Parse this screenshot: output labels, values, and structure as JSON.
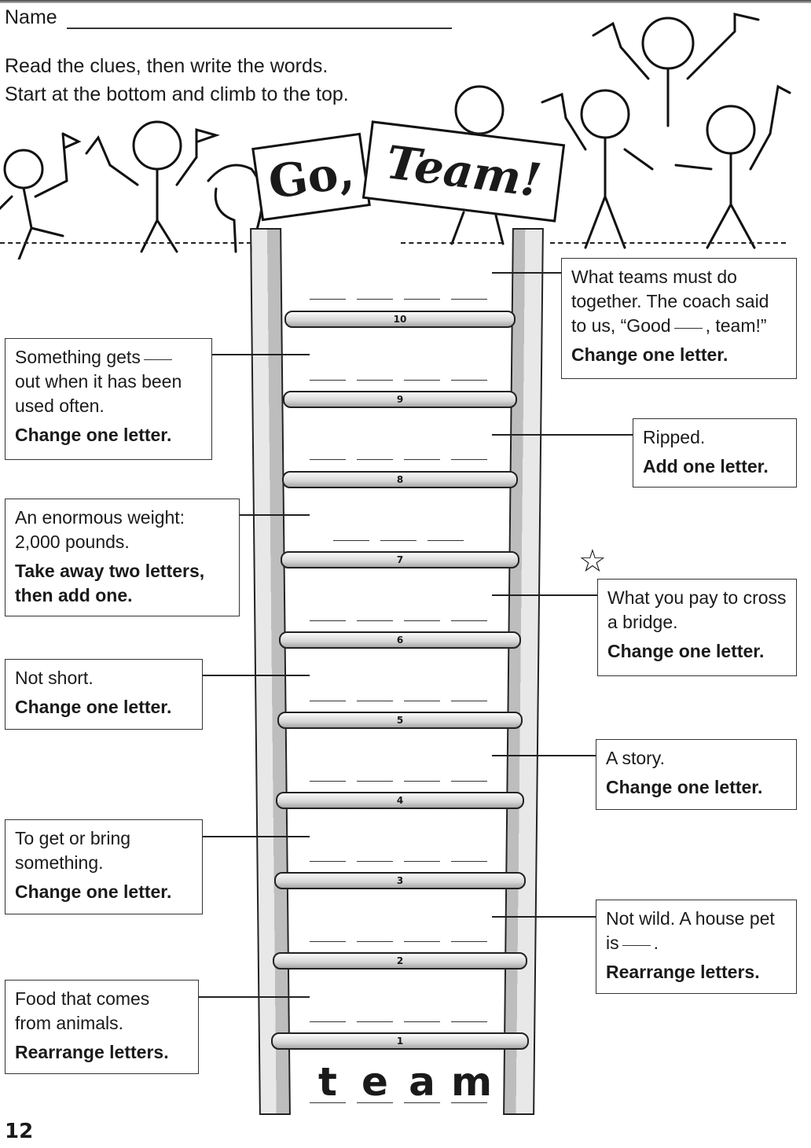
{
  "header": {
    "name_label": "Name",
    "instructions": [
      "Read the clues, then write the words.",
      "Start at the bottom and climb to the top."
    ]
  },
  "art": {
    "sign_left": "Go,",
    "sign_right": "Team!",
    "description": "Cartoon children cheering with pennant flags and a dog"
  },
  "ladder": {
    "start_word": [
      "t",
      "e",
      "a",
      "m"
    ],
    "rungs": [
      {
        "number": "10",
        "blanks": 4
      },
      {
        "number": "9",
        "blanks": 4
      },
      {
        "number": "8",
        "blanks": 4
      },
      {
        "number": "7",
        "blanks": 3
      },
      {
        "number": "6",
        "blanks": 4
      },
      {
        "number": "5",
        "blanks": 4
      },
      {
        "number": "4",
        "blanks": 4
      },
      {
        "number": "3",
        "blanks": 4
      },
      {
        "number": "2",
        "blanks": 4
      },
      {
        "number": "1",
        "blanks": 4
      }
    ]
  },
  "clues": {
    "c10": {
      "text_a": "What teams must do together. The coach said to us, “Good",
      "text_b": ", team!”",
      "instruction": "Change one letter."
    },
    "c9": {
      "text_a": "Something gets",
      "text_b": "out when it has been used often.",
      "instruction": "Change one letter."
    },
    "c8": {
      "text": "Ripped.",
      "instruction": "Add one letter."
    },
    "c7": {
      "text": "An enormous weight: 2,000 pounds.",
      "instruction": "Take away two letters, then add one."
    },
    "c6": {
      "text": "What you pay to cross a bridge.",
      "instruction": "Change one letter."
    },
    "c5": {
      "text": "Not short.",
      "instruction": "Change one letter."
    },
    "c4": {
      "text": "A story.",
      "instruction": "Change one letter."
    },
    "c3": {
      "text": "To get or bring something.",
      "instruction": "Change one letter."
    },
    "c2": {
      "text_a": "Not wild. A house pet is",
      "text_b": ".",
      "instruction": "Rearrange letters."
    },
    "c1": {
      "text": "Food that comes from animals.",
      "instruction": "Rearrange letters."
    }
  },
  "footer": {
    "page_number": "12"
  }
}
